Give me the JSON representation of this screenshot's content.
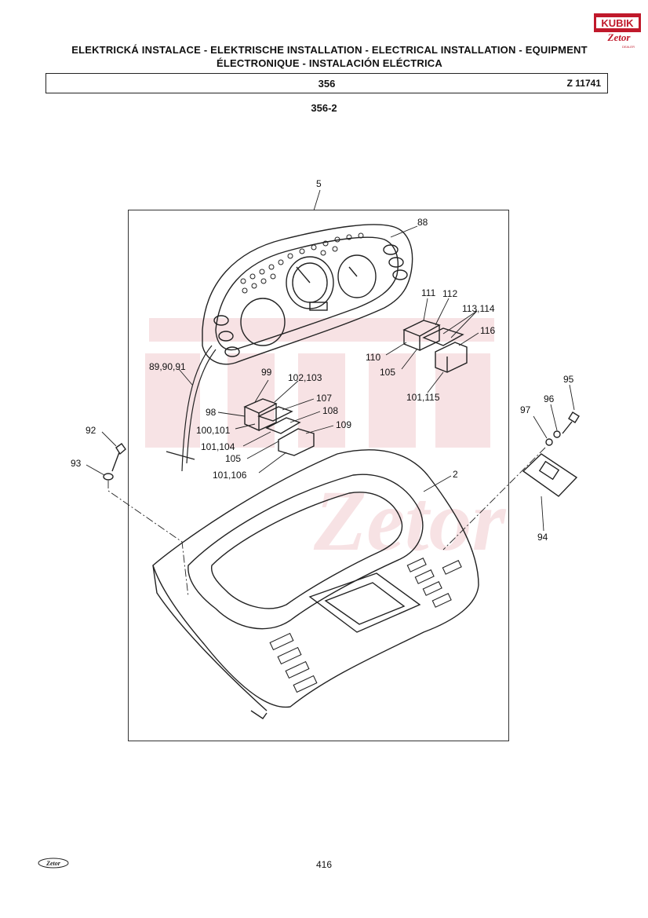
{
  "header": {
    "title_line1": "ELEKTRICKÁ INSTALACE - ELEKTRISCHE INSTALLATION - ELECTRICAL INSTALLATION - EQUIPMENT",
    "title_line2": "ÉLECTRONIQUE - INSTALACIÓN ELÉCTRICA",
    "group_number": "356",
    "catalog_code": "Z 11741",
    "subgroup": "356-2"
  },
  "brand": {
    "logo_text": "KUBIK",
    "logo_sub": "Zetor",
    "logo_dealer": "DEALER",
    "brand_color": "#c0192b"
  },
  "diagram": {
    "part_labels": {
      "p5": "5",
      "p88": "88",
      "p111": "111",
      "p112": "112",
      "p113": "113,114",
      "p116": "116",
      "p110": "110",
      "p105a": "105",
      "p101_115": "101,115",
      "p89": "89,90,91",
      "p99": "99",
      "p102": "102,103",
      "p107": "107",
      "p98": "98",
      "p108": "108",
      "p100": "100,101",
      "p109": "109",
      "p101_104": "101,104",
      "p105b": "105",
      "p101_106": "101,106",
      "p92": "92",
      "p93": "93",
      "p95": "95",
      "p96": "96",
      "p97": "97",
      "p2": "2",
      "p94": "94"
    }
  },
  "footer": {
    "page_number": "416",
    "logo_text": "Zetor"
  }
}
